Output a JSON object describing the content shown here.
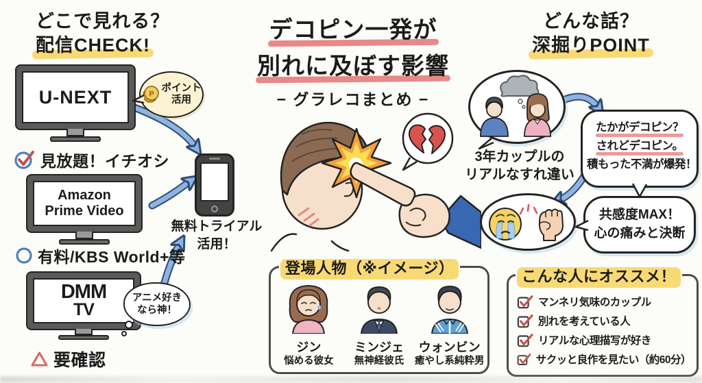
{
  "colors": {
    "highlight_yellow": "#f7d45e",
    "underline_red": "#e26a6a",
    "arrow_blue": "#8fb3e2",
    "check_red": "#c94f4f",
    "marker_blue": "#4f7fbf",
    "triangle_red": "#d4695f"
  },
  "left": {
    "header_line1": "どこで見れる？",
    "header_line2": "配信CHECK!",
    "services": [
      {
        "lines": [
          "U-NEXT"
        ],
        "note": "見放題！イチオシ",
        "marker": "check"
      },
      {
        "lines": [
          "Amazon",
          "Prime Video"
        ],
        "note": "有料/KBS World+等",
        "marker": "circle"
      },
      {
        "lines": [
          "DMM",
          "TV"
        ],
        "note": "要確認",
        "marker": "triangle"
      }
    ],
    "point_bubble": {
      "coin": "P",
      "line1": "ポイント",
      "line2": "活用"
    },
    "anime_bubble": {
      "line1": "アニメ好き",
      "line2": "なら神！"
    },
    "phone_caption": {
      "line1": "無料トライアル",
      "line2": "活用！"
    }
  },
  "center": {
    "title_line1": "デコピン一発が",
    "title_line2": "別れに及ぼす影響",
    "subtitle": "− グラレコまとめ −",
    "cast": {
      "title": "登場人物（※イメージ）",
      "members": [
        {
          "name": "ジン",
          "role": "悩める彼女"
        },
        {
          "name": "ミンジェ",
          "role": "無神経彼氏"
        },
        {
          "name": "ウォンビン",
          "role": "癒やし系純粋男"
        }
      ]
    }
  },
  "right": {
    "header_line1": "どんな話？",
    "header_line2": "深掘りPOINT",
    "couple_caption_line1": "3年カップルの",
    "couple_caption_line2": "リアルなすれ違い",
    "flick_lines": [
      "たかがデコピン？",
      "されどデコピン。",
      "積もった不満が爆発！"
    ],
    "empathy_line1": "共感度MAX！",
    "empathy_line2": "心の痛みと決断",
    "recommend": {
      "title": "こんな人にオススメ！",
      "items": [
        "マンネリ気味のカップル",
        "別れを考えている人",
        "リアルな心理描写が好き",
        "サクッと良作を見たい（約60分）"
      ]
    }
  }
}
